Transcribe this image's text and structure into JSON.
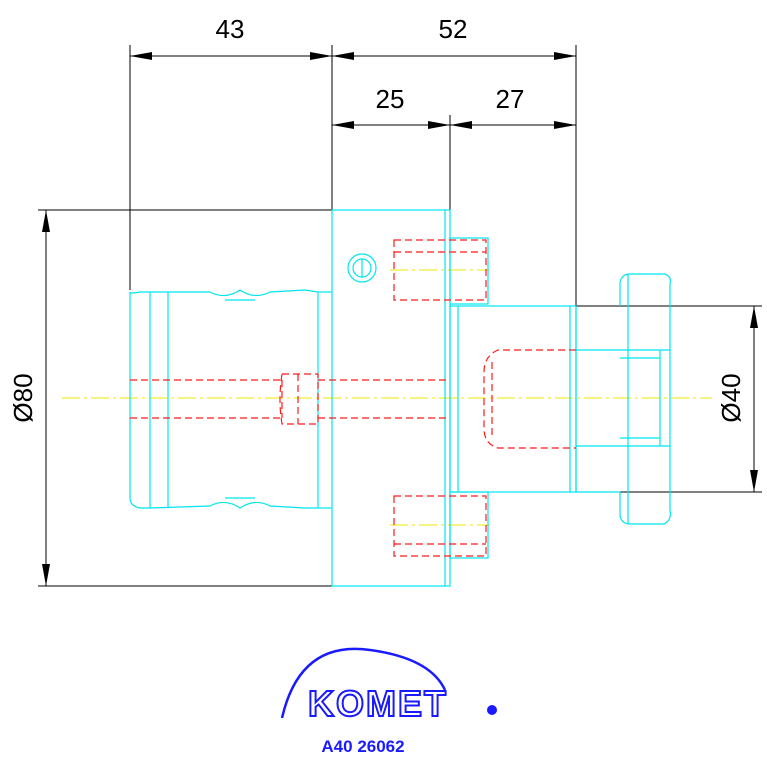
{
  "dimensions": {
    "overall_left": "43",
    "overall_right": "52",
    "segment_a": "25",
    "segment_b": "27",
    "diameter_large": "Ø80",
    "diameter_small": "Ø40"
  },
  "logo": {
    "brand": "KOMET",
    "part_number": "A40 26062"
  },
  "colors": {
    "outline": "#00e5ee",
    "hidden": "#ff1a1a",
    "centerline": "#f2e600",
    "dimension": "#000000",
    "logo": "#1a1aff"
  }
}
